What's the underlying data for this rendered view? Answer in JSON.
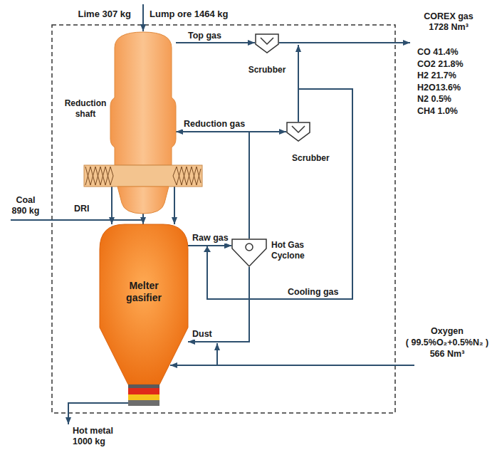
{
  "diagram": {
    "nodes": [
      {
        "text": [
          "Reduction shaft"
        ]
      },
      {
        "text": [
          "Scrubber"
        ]
      },
      {
        "text": [
          "Scrubber"
        ]
      },
      {
        "text": [
          "Melter gasifier"
        ]
      },
      {
        "text": [
          "Hot Gas Cyclone"
        ]
      }
    ],
    "edges": [
      {
        "from": 0,
        "to": 1,
        "arrow": "to",
        "label": "Top gas"
      },
      {
        "from": 4,
        "to": 0,
        "arrow": "to",
        "label": "Reduction gas"
      },
      {
        "from": 4,
        "to": 2,
        "arrow": "to"
      },
      {
        "from": 0,
        "to": 3,
        "arrow": "to"
      },
      {
        "from": 0,
        "to": 3,
        "arrow": "to"
      },
      {
        "from": 0,
        "to": 3,
        "arrow": "to"
      },
      {
        "from": 3,
        "to": 4,
        "arrow": "to",
        "label": "Raw gas"
      },
      {
        "from": 2,
        "to": 4,
        "arrow": "to",
        "label": "Cooling gas"
      },
      {
        "from": 4,
        "to": 3,
        "arrow": "to",
        "label": "Dust"
      }
    ],
    "labels": [
      "Lime 307 kg",
      "Lump ore 1464 kg",
      "COREX gas 1728 Nm³",
      "CO 41.4%",
      "CO2 21.8%",
      "H2 21.7%",
      "H2O13.6%",
      "N2 0.5%",
      "CH4 1.0%",
      "Coal 890 kg",
      "DRI",
      "Oxygen",
      "( 99.5%O₂+0.5%N₂ )",
      "566 Nm³",
      "Hot metal 1000 kg"
    ]
  }
}
